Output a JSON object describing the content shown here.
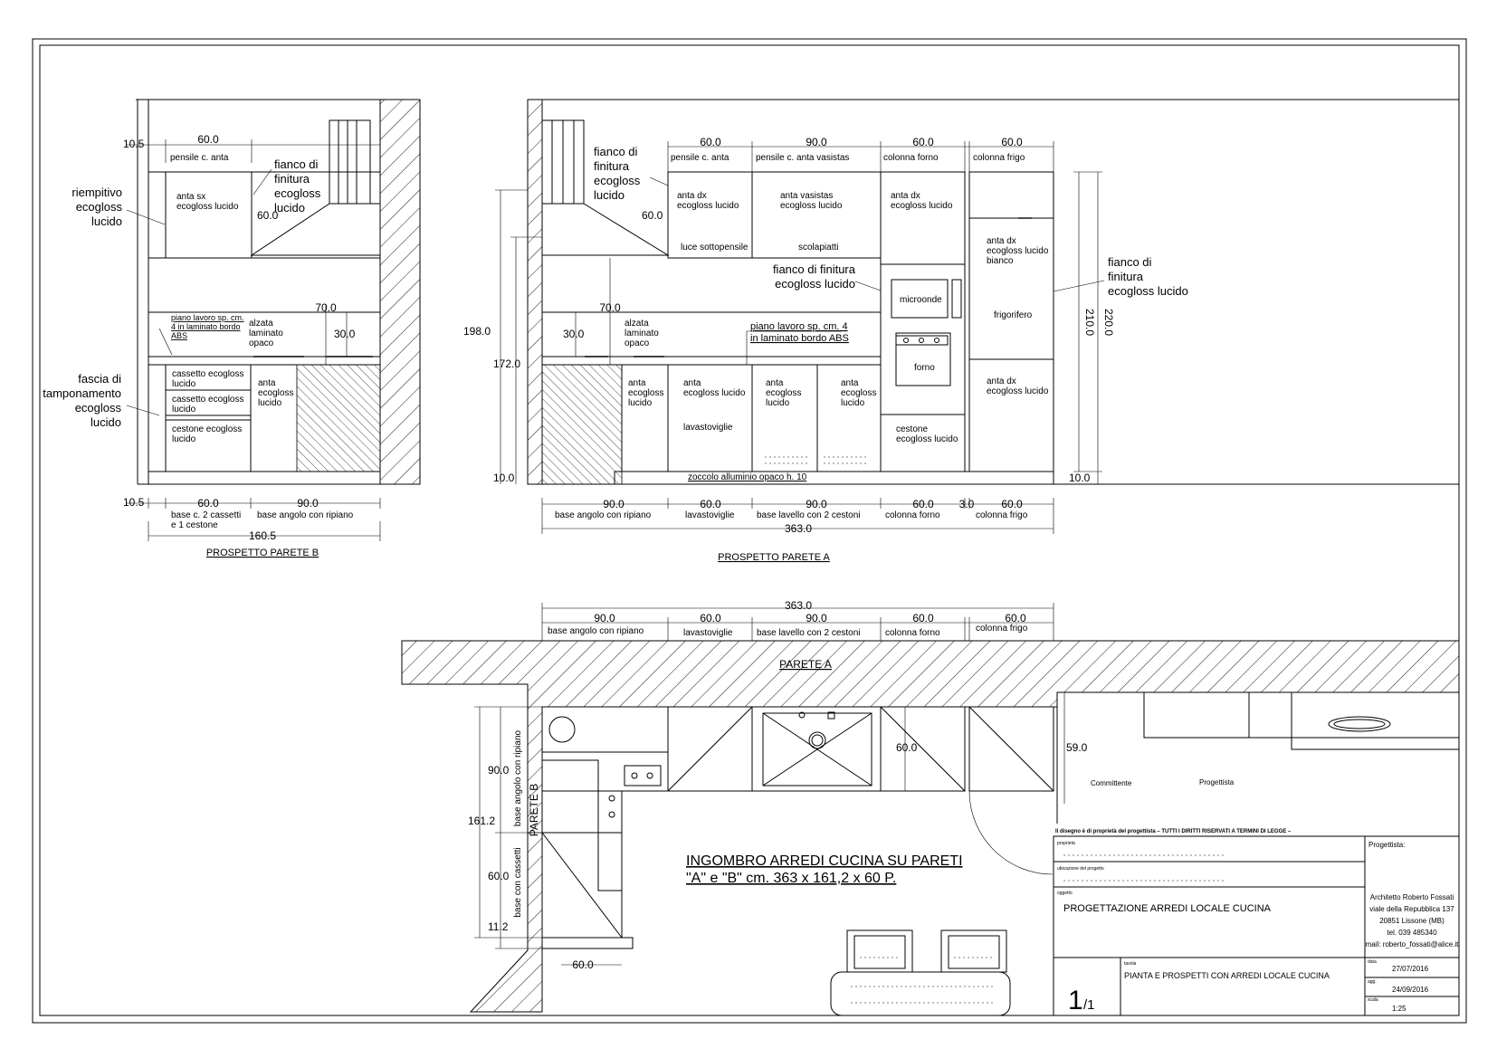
{
  "elevation_b": {
    "title": "PROSPETTO PARETE  B",
    "dims_top": [
      "10.5",
      "60.0"
    ],
    "wall_unit_label": "pensile c. anta",
    "notes": [
      "fianco di",
      "finitura",
      "ecogloss",
      "lucido"
    ],
    "filler_label": [
      "riempitivo",
      "ecogloss",
      "lucido"
    ],
    "wall_door": [
      "anta sx",
      "ecogloss lucido"
    ],
    "dim_60": "60.0",
    "dim_70": "70.0",
    "dim_30": "30.0",
    "worktop_note": [
      "piano lavoro sp. cm.",
      "4 in laminato bordo",
      "ABS"
    ],
    "alzata": [
      "alzata",
      "laminato",
      "opaco"
    ],
    "fascia": [
      "fascia di",
      "tamponamento",
      "ecogloss",
      "lucido"
    ],
    "drawers": [
      "cassetto ecogloss",
      "lucido",
      "cassetto ecogloss",
      "lucido",
      "cestone ecogloss",
      "lucido"
    ],
    "anta": [
      "anta",
      "ecogloss",
      "lucido"
    ],
    "dims_bottom": [
      "10.5",
      "60.0",
      "90.0"
    ],
    "base_labels": [
      "base c. 2 cassetti",
      "e 1 cestone",
      "base angolo con ripiano"
    ],
    "total": "160.5"
  },
  "elevation_a": {
    "title": "PROSPETTO PARETE   A",
    "dims_top": [
      "60.0",
      "90.0",
      "60.0",
      "60.0"
    ],
    "top_labels": [
      "pensile c. anta",
      "pensile c. anta vasistas",
      "colonna forno",
      "colonna frigo"
    ],
    "hood_note": [
      "fianco di",
      "finitura",
      "ecogloss",
      "lucido"
    ],
    "dim_60": "60.0",
    "wall_doors": [
      "anta dx",
      "ecogloss lucido",
      "anta vasistas",
      "ecogloss lucido",
      "anta dx",
      "ecogloss lucido"
    ],
    "luce": "luce sottopensile",
    "scolapiatti": "scolapiatti",
    "fianco_center": [
      "fianco di finitura",
      "ecogloss lucido"
    ],
    "fridge_door": [
      "anta dx",
      "ecogloss lucido",
      "bianco"
    ],
    "frigorifero": "frigorifero",
    "microonde": "microonde",
    "forno": "forno",
    "right_note": [
      "fianco di",
      "finitura",
      "ecogloss lucido"
    ],
    "dim_198": "198.0",
    "dim_172": "172.0",
    "dim_70": "70.0",
    "dim_30": "30.0",
    "dim_210": "210.0",
    "dim_220": "220.0",
    "alzata": [
      "alzata",
      "laminato",
      "opaco"
    ],
    "worktop_note": [
      "piano lavoro sp. cm. 4",
      "in laminato bordo ABS"
    ],
    "base_doors": [
      "anta",
      "ecogloss",
      "lucido",
      "anta",
      "ecogloss lucido",
      "lavastoviglie",
      "anta",
      "ecogloss",
      "lucido",
      "anta",
      "ecogloss",
      "lucido"
    ],
    "cestone": [
      "cestone",
      "ecogloss lucido"
    ],
    "fridge_low": [
      "anta dx",
      "ecogloss lucido"
    ],
    "zoccolo": "zoccolo alluminio opaco h. 10",
    "dim_10a": "10.0",
    "dim_10b": "10.0",
    "dims_bottom": [
      "90.0",
      "60.0",
      "90.0",
      "60.0",
      "3.0",
      "60.0"
    ],
    "bottom_labels": [
      "base angolo con ripiano",
      "lavastoviglie",
      "base lavello con 2 cestoni",
      "colonna forno",
      "colonna frigo"
    ],
    "total": "363.0"
  },
  "plan": {
    "total": "363.0",
    "dims": [
      "90.0",
      "60.0",
      "90.0",
      "60.0",
      "60.0"
    ],
    "labels": [
      "base angolo con ripiano",
      "lavastoviglie",
      "base lavello con 2 cestoni",
      "colonna forno",
      "colonna frigo"
    ],
    "parete_a": "PARETE  A",
    "parete_b": "PARETE  B",
    "depth_60": "60.0",
    "depth_59": "59.0",
    "left_dims": [
      "90.0",
      "161.2",
      "60.0",
      "11.2"
    ],
    "left_labels": [
      "base angolo con ripiano",
      "base con cassetti"
    ],
    "bottom_60": "60.0",
    "title_line1": "INGOMBRO ARREDI CUCINA SU PARETI",
    "title_line2": "\"A\" e \"B\" cm.  363 x 161,2 x 60 P.",
    "committente": "Committente",
    "progettista": "Progettista"
  },
  "title_block": {
    "copyright": "Il disegno è di proprietà del progettista – TUTTI I DIRITTI RISERVATI A TERMINI DI LEGGE –",
    "proprieta_label": "proprietà",
    "ubicazione_label": "ubicazione del progetto",
    "oggetto_label": "oggetto",
    "oggetto": "PROGETTAZIONE ARREDI LOCALE CUCINA",
    "progettista_label": "Progettista:",
    "architect": [
      "Architetto Roberto Fossati",
      "viale della Repubblica 137",
      "20851 Lissone (MB)",
      "tel. 039 485340",
      "mail: roberto_fossati@alice.it"
    ],
    "tavola_label": "tavola",
    "sheet": "1",
    "sheet_of": "/1",
    "tavola": "PIANTA E PROSPETTI CON ARREDI LOCALE CUCINA",
    "data_label": "data",
    "date1": "27/07/2016",
    "agg_label": "agg.",
    "date2": "24/09/2016",
    "scala_label": "scala",
    "scale": "1:25"
  }
}
